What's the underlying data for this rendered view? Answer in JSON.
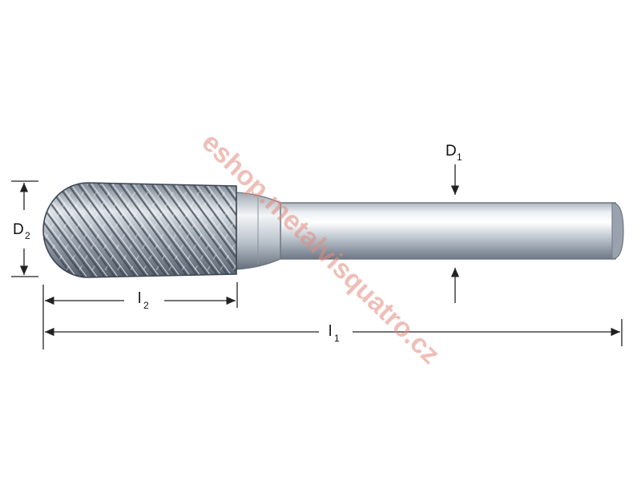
{
  "labels": {
    "d1": {
      "main": "D",
      "sub": "1"
    },
    "d2": {
      "main": "D",
      "sub": "2"
    },
    "l1": {
      "main": "l",
      "sub": "1"
    },
    "l2": {
      "main": "l",
      "sub": "2"
    }
  },
  "watermark": "eshop.metalvisquatro.cz",
  "colors": {
    "dimension_line": "#222222",
    "shank_light": "#e9edf1",
    "shank_dark": "#8d97a3",
    "head_base": "#9aa4ae",
    "flute": "#3d4652",
    "watermark": "#e08a7e"
  },
  "icons": {
    "dim-arrow": "triangle-arrowhead"
  }
}
